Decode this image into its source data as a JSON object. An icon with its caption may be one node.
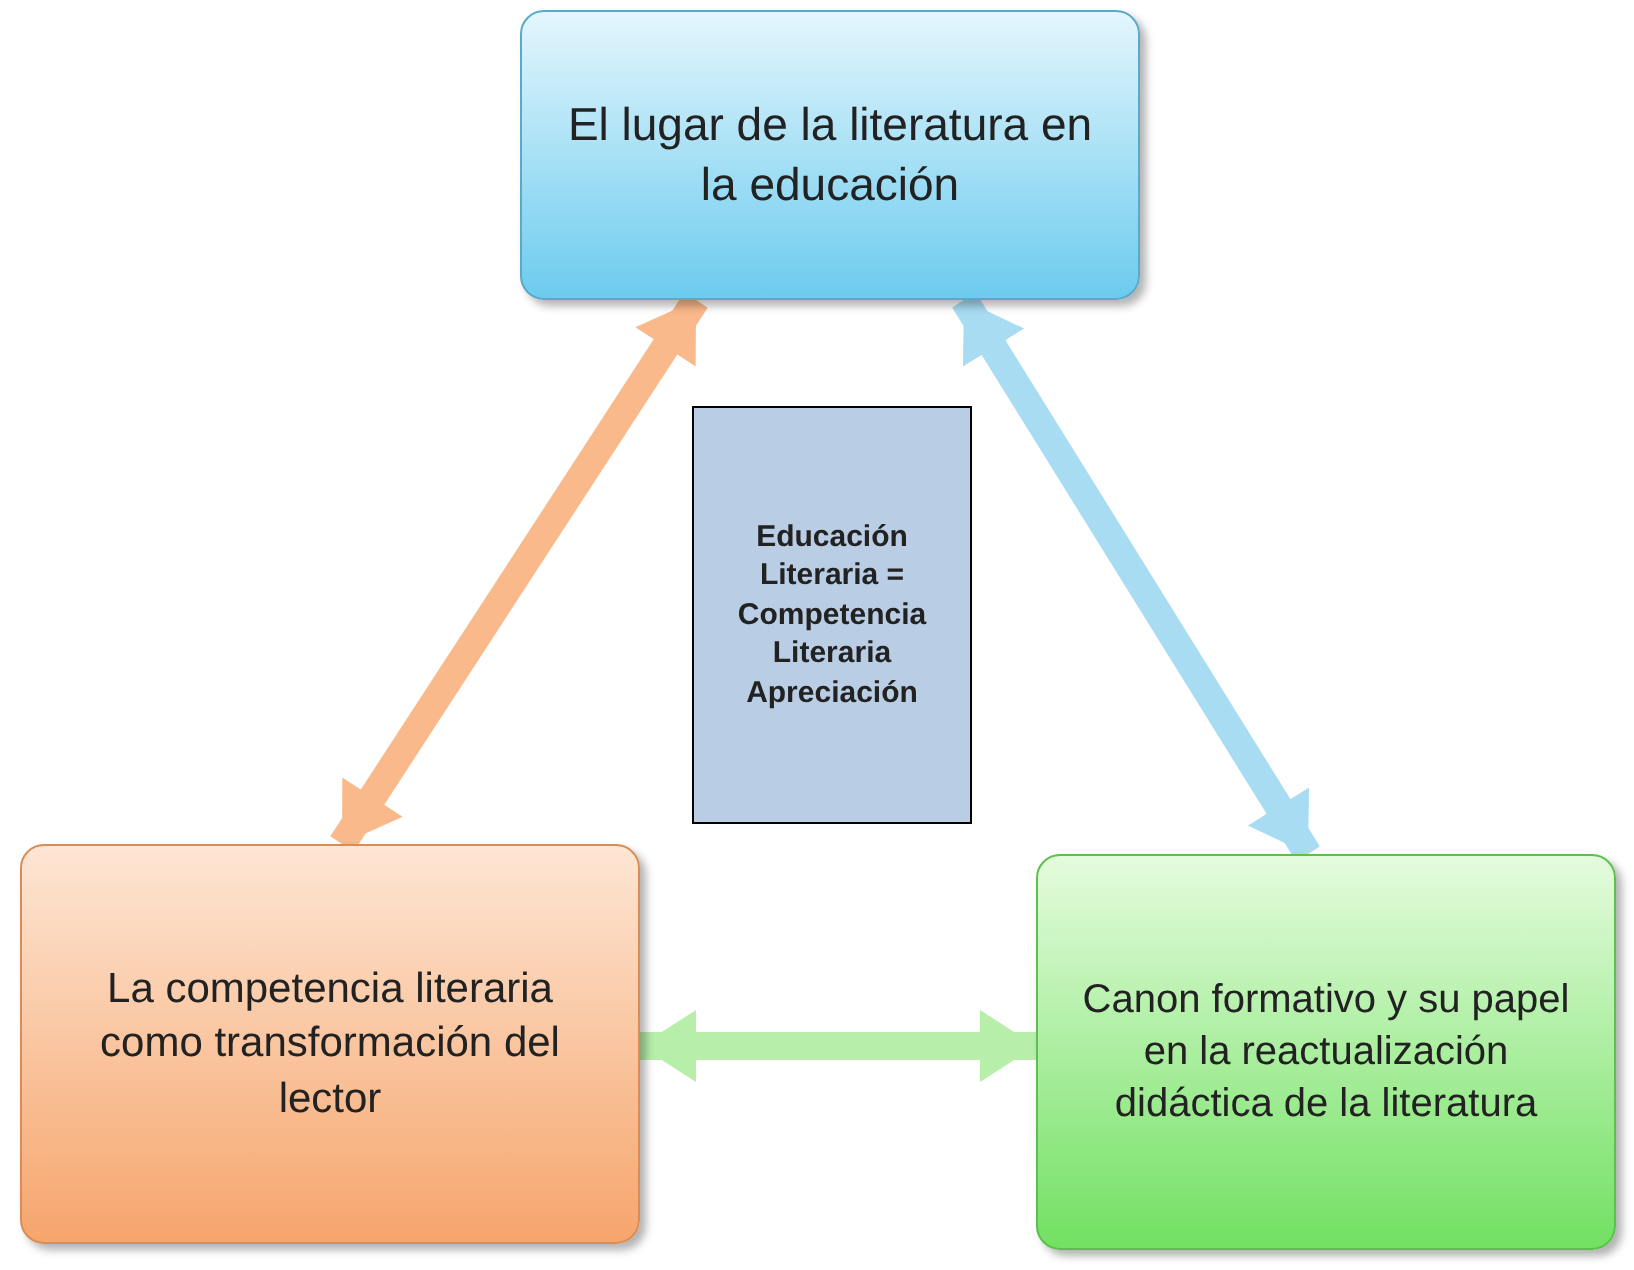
{
  "diagram": {
    "nodes": [
      {
        "text": [
          "El lugar de la literatura en la educación"
        ]
      },
      {
        "text": [
          "Educación Literaria = Competencia Literaria Apreciación"
        ]
      },
      {
        "text": [
          "La competencia literaria como transformación del lector"
        ]
      },
      {
        "text": [
          "Canon formativo y su papel en la reactualización didáctica de la literatura"
        ]
      }
    ],
    "edges": [
      {
        "from": 2,
        "to": 0,
        "arrow": "both",
        "color": "#f9b98a"
      },
      {
        "from": 0,
        "to": 3,
        "arrow": "both",
        "color": "#a8dcf2"
      },
      {
        "from": 2,
        "to": 3,
        "arrow": "both",
        "color": "#b6eeaa"
      }
    ]
  }
}
